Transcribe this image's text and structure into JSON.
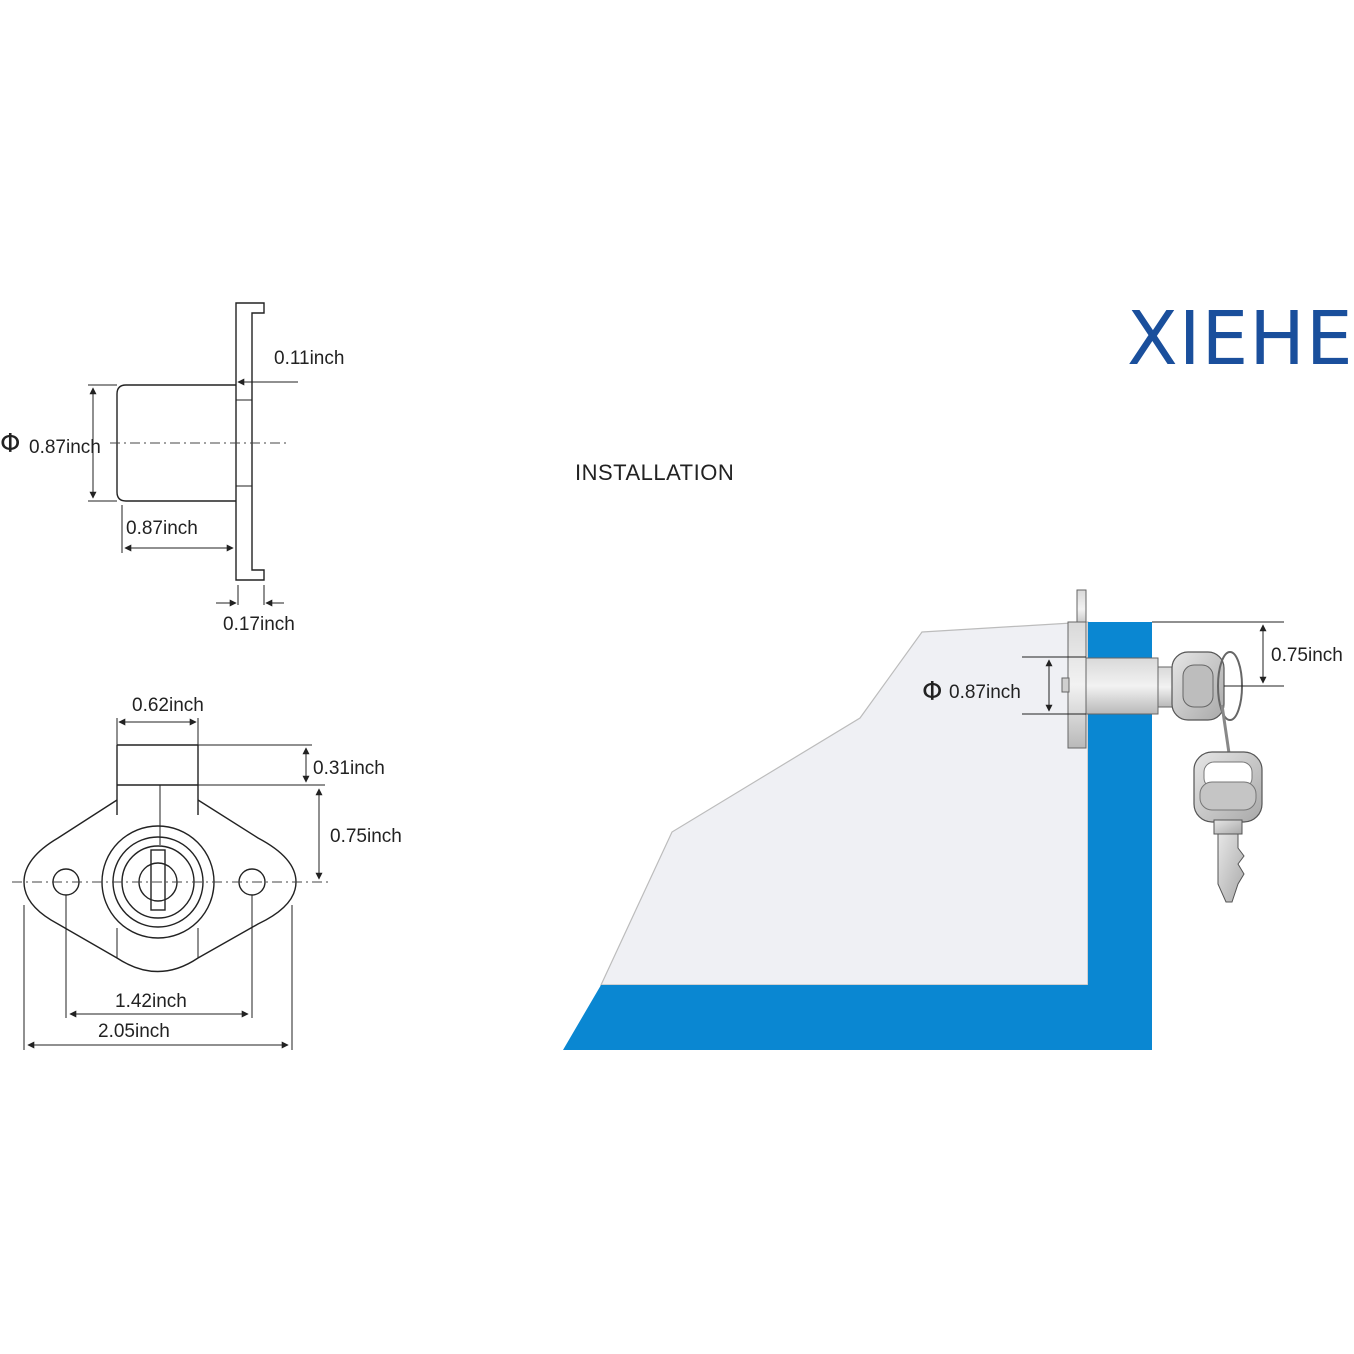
{
  "brand": {
    "name": "XIEHE",
    "color": "#1a4f9c"
  },
  "installation": {
    "title": "INSTALLATION"
  },
  "side_view": {
    "flange_thickness": "0.11inch",
    "diameter_symbol": "Φ",
    "diameter": "0.87inch",
    "body_length": "0.87inch",
    "base_thickness": "0.17inch"
  },
  "front_view": {
    "tongue_width": "0.62inch",
    "tongue_height": "0.31inch",
    "center_to_top": "0.75inch",
    "hole_spacing": "1.42inch",
    "overall_width": "2.05inch"
  },
  "install_view": {
    "top_offset": "0.75inch",
    "diameter_symbol": "Φ",
    "diameter": "0.87inch",
    "panel_color": "#0a87d2",
    "drawer_color": "#eff0f4"
  }
}
